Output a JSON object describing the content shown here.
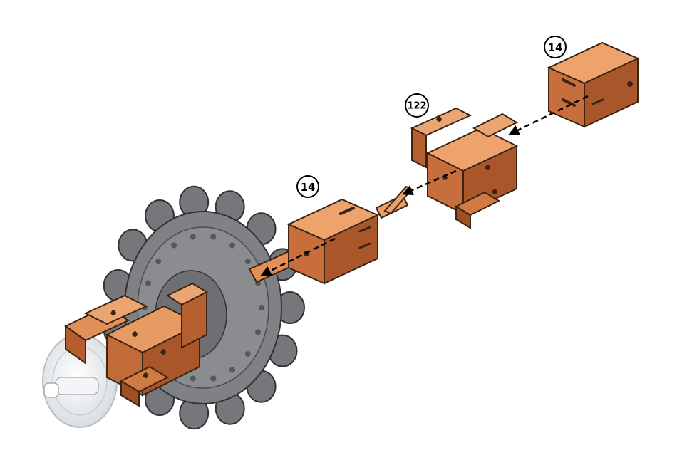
{
  "parts": [
    {
      "id": "part-14-far",
      "label": "14"
    },
    {
      "id": "part-122",
      "label": "122"
    },
    {
      "id": "part-14-near",
      "label": "14"
    }
  ],
  "colors": {
    "block_face": "#c86e3c",
    "block_light": "#e6955e",
    "block_dark": "#9a4e24",
    "gear": "#7d7f82",
    "gear_light": "#9a9c9f",
    "gear_dark": "#55575a",
    "axle": "#e0894f",
    "outline": "#3a2414",
    "arrow": "#000000",
    "clear_disc": "#e9ecef"
  }
}
